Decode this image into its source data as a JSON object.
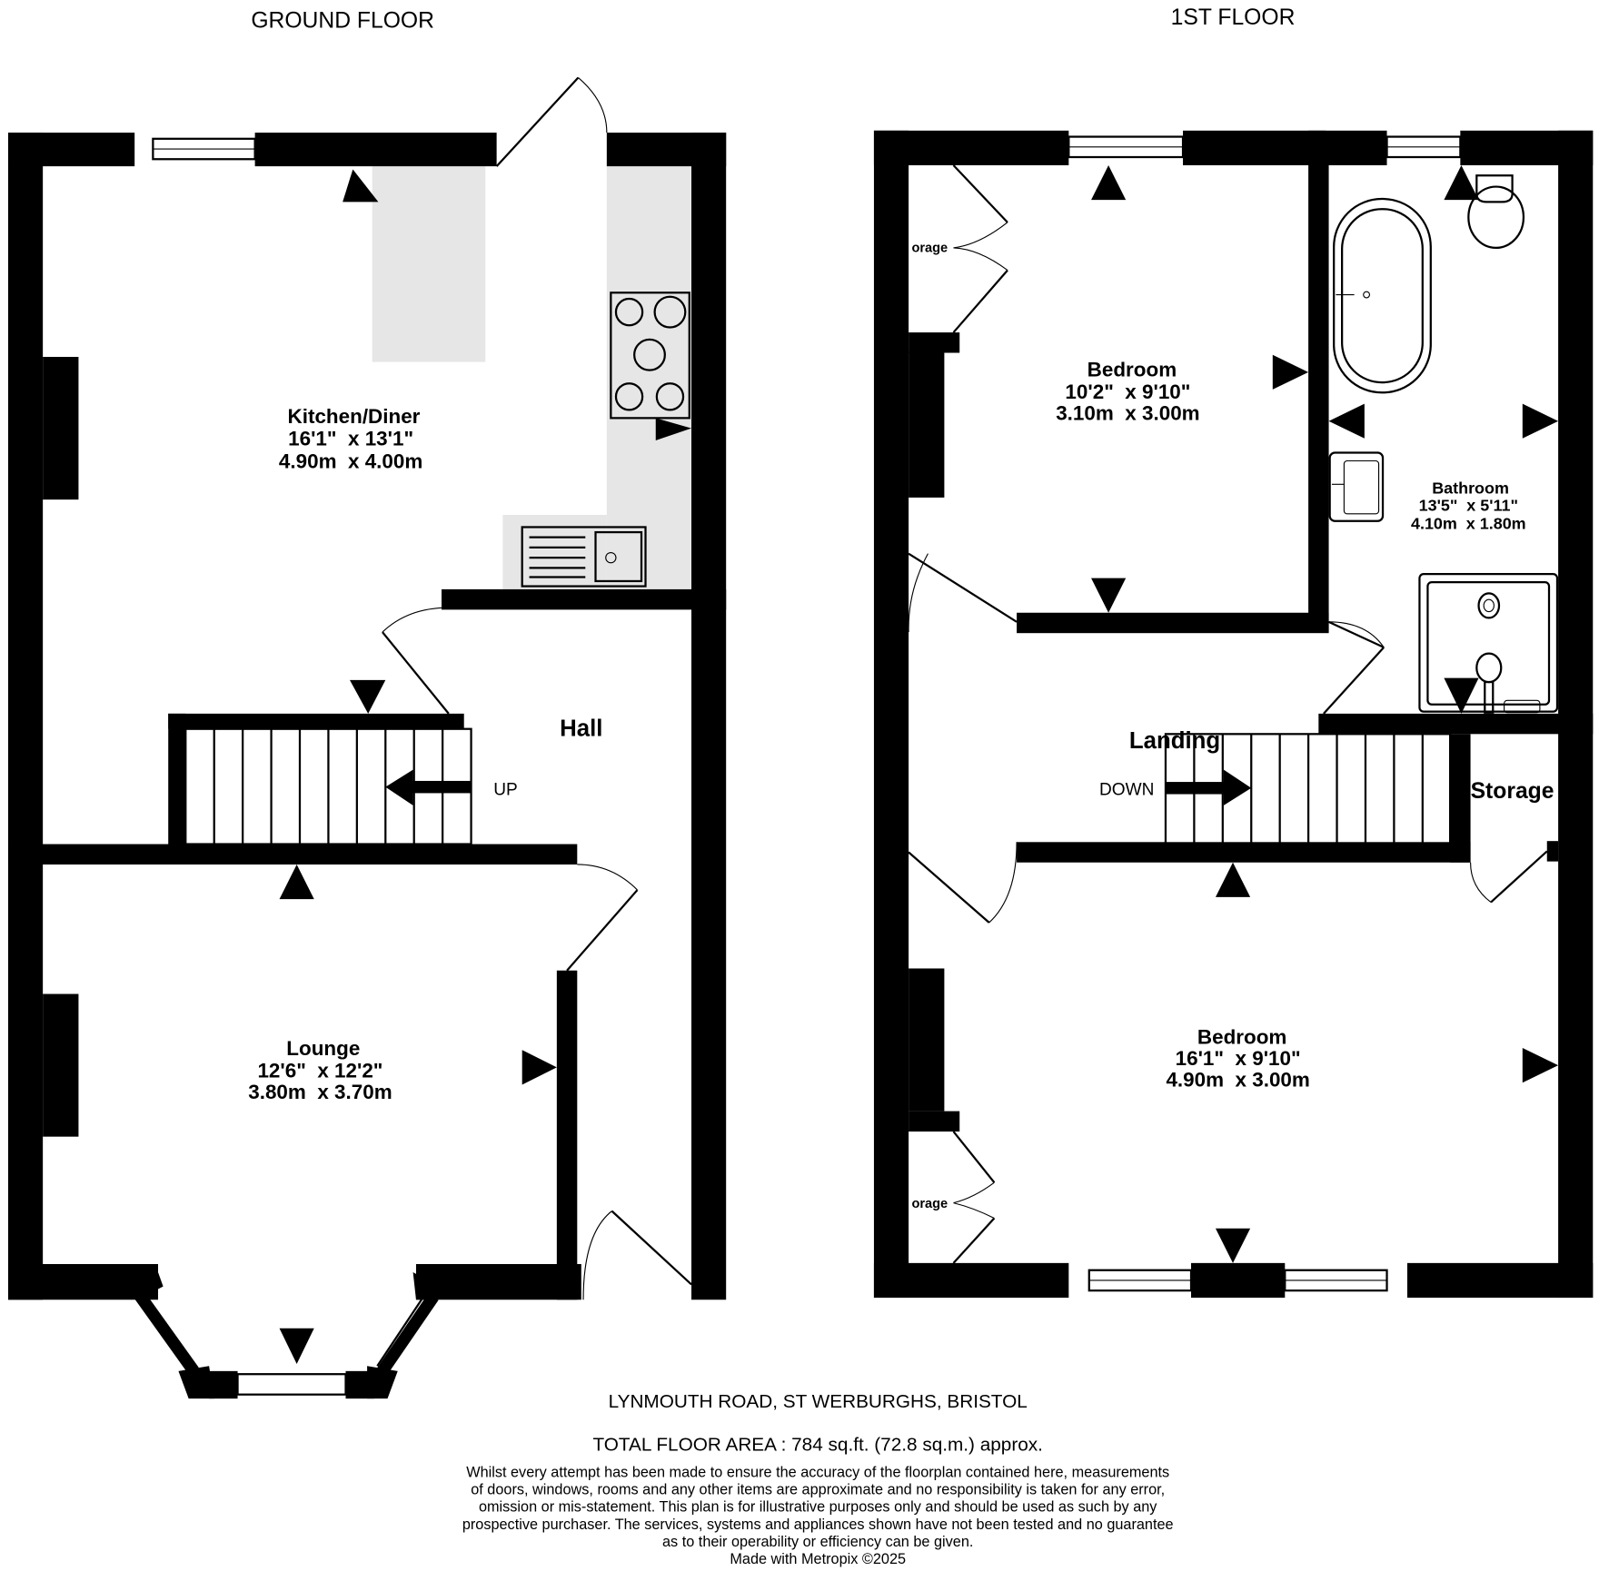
{
  "floors": {
    "ground": {
      "title": "GROUND FLOOR",
      "rooms": [
        {
          "name": "Kitchen/Diner",
          "imperial": "16'1\"  x 13'1\"",
          "metric": "4.90m  x 4.00m"
        },
        {
          "name": "Lounge",
          "imperial": "12'6\"  x 12'2\"",
          "metric": "3.80m  x 3.70m"
        },
        {
          "name": "Hall"
        }
      ],
      "stairs_label": "UP"
    },
    "first": {
      "title": "1ST FLOOR",
      "rooms": [
        {
          "name": "Bedroom",
          "imperial": "10'2\"  x 9'10\"",
          "metric": "3.10m  x 3.00m"
        },
        {
          "name": "Bathroom",
          "imperial": "13'5\"  x 5'11\"",
          "metric": "4.10m  x 1.80m"
        },
        {
          "name": "Bedroom",
          "imperial": "16'1\"  x 9'10\"",
          "metric": "4.90m  x 3.00m"
        },
        {
          "name": "Landing"
        },
        {
          "name": "Storage"
        }
      ],
      "storage_small": "orage",
      "stairs_label": "DOWN"
    }
  },
  "footer": {
    "address": "LYNMOUTH ROAD, ST WERBURGHS, BRISTOL",
    "total_area": "TOTAL FLOOR AREA : 784 sq.ft. (72.8 sq.m.) approx.",
    "disclaimer": [
      "Whilst every attempt has been made to ensure the accuracy of the floorplan contained here, measurements",
      "of doors, windows, rooms and any other items are approximate and no responsibility is taken for any error,",
      "omission or mis-statement. This plan is for illustrative purposes only and should be used as such by any",
      "prospective purchaser. The services, systems and appliances shown have not been tested and no guarantee",
      "as to their operability or efficiency can be given."
    ],
    "credit": "Made with Metropix ©2025"
  }
}
